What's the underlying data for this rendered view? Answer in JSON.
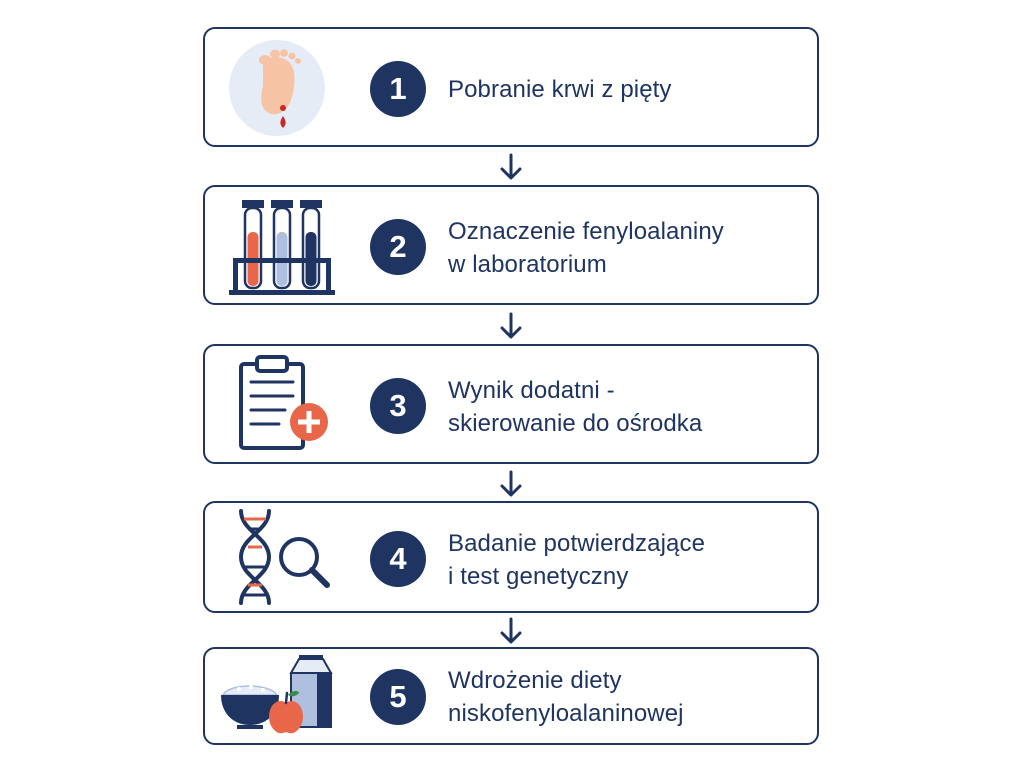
{
  "steps": [
    {
      "number": "1",
      "lines": [
        "Pobranie krwi z pięty"
      ],
      "icon": "heel-blood-drop-icon"
    },
    {
      "number": "2",
      "lines": [
        "Oznaczenie fenyloalaniny",
        "w laboratorium"
      ],
      "icon": "test-tubes-icon"
    },
    {
      "number": "3",
      "lines": [
        "Wynik dodatni -",
        "skierowanie do ośrodka"
      ],
      "icon": "clipboard-plus-icon"
    },
    {
      "number": "4",
      "lines": [
        "Badanie potwierdzające",
        "i test genetyczny"
      ],
      "icon": "dna-magnifier-icon"
    },
    {
      "number": "5",
      "lines": [
        "Wdrożenie diety",
        "niskofenyloalaninowej"
      ],
      "icon": "diet-food-icon"
    }
  ],
  "colors": {
    "navy": "#1f3461",
    "accent_orange": "#e8674a",
    "light_blue": "#aebfe0",
    "pale_blue": "#e6ecf6",
    "skin": "#f6c3a4",
    "blood_red": "#c62828"
  }
}
